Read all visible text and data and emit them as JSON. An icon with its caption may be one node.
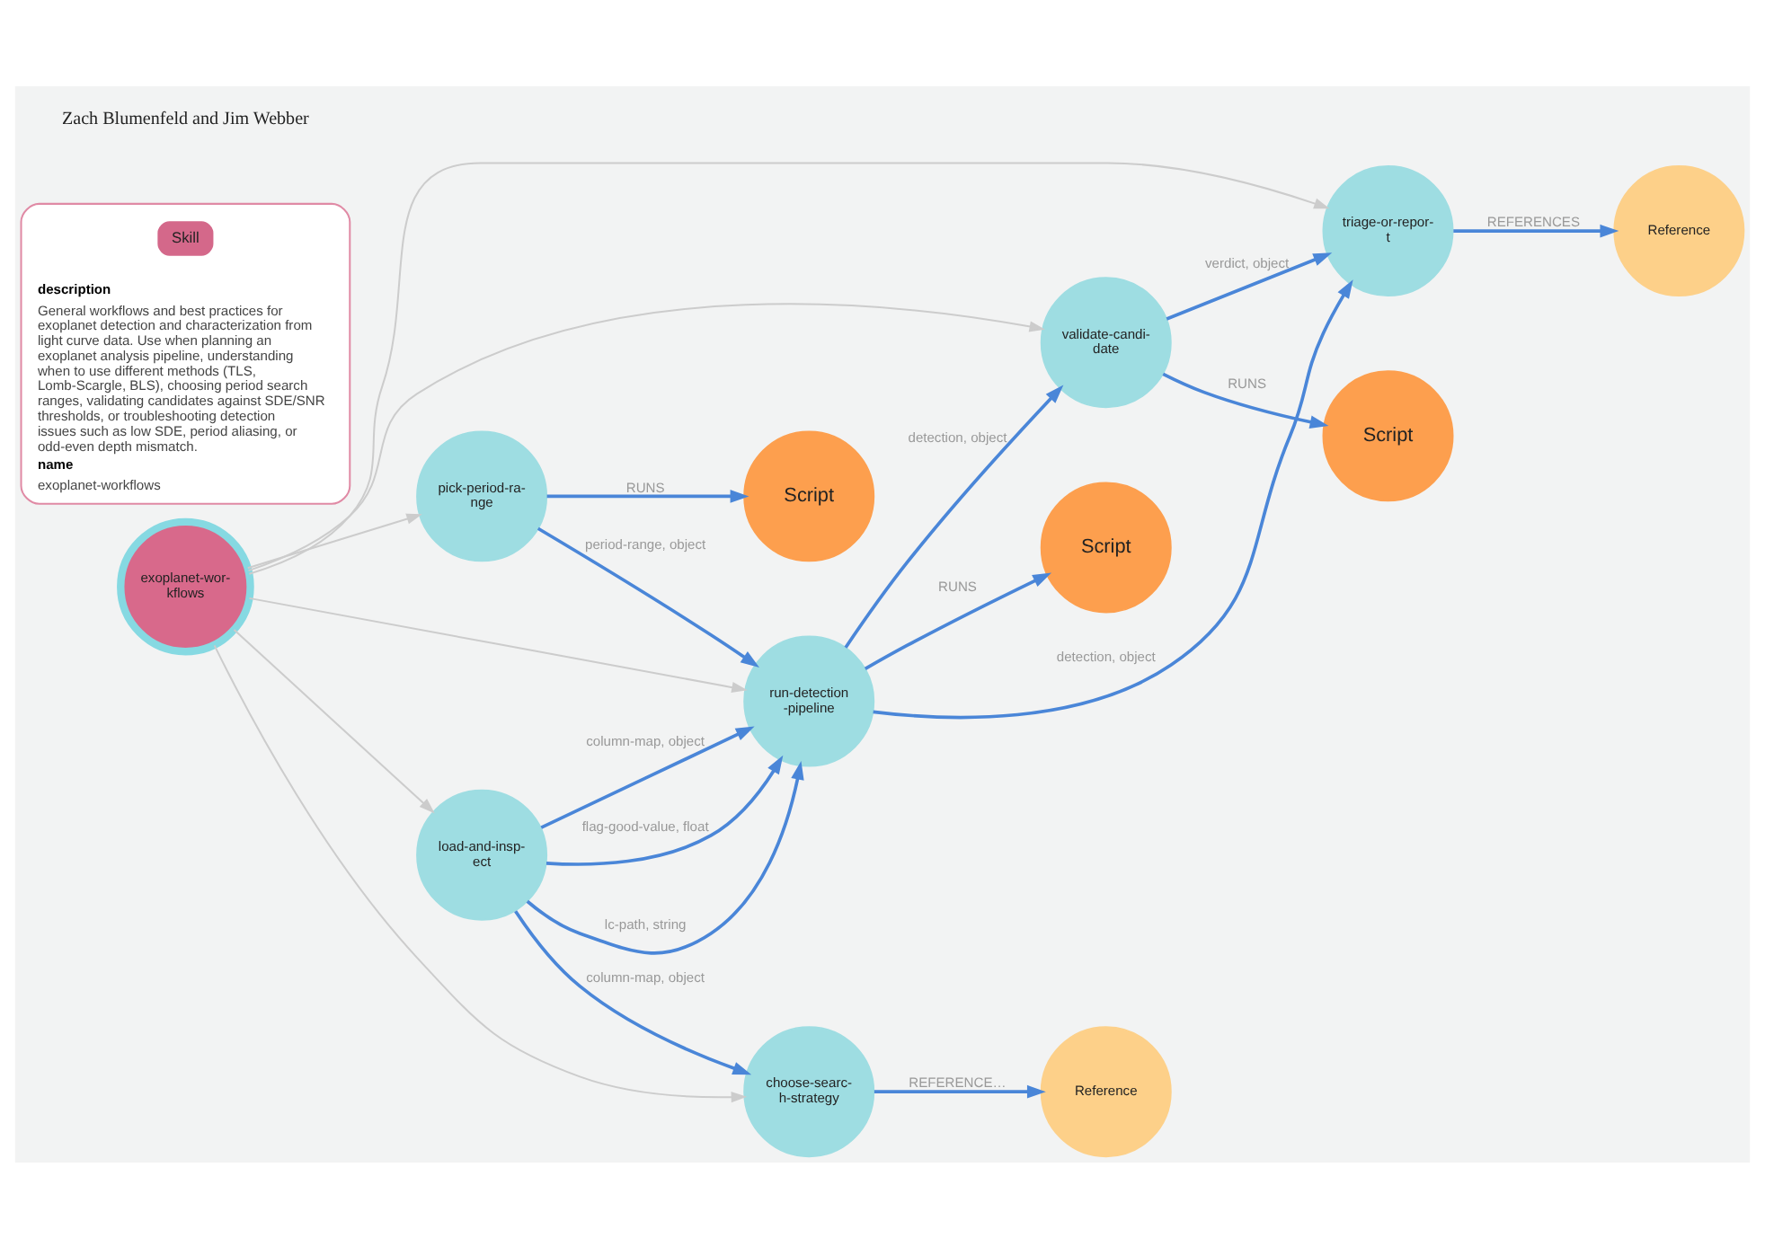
{
  "diagram": {
    "nodes": [
      {
        "text": [
          "exoplanet-wor- kflows"
        ]
      },
      {
        "text": [
          "description",
          "General workflows and best practices for exoplanet detection and characterization from light curve data. Use when planning an exoplanet analysis pipeline, understanding when to use different methods (TLS, Lomb-Scargle, BLS), choosing period search ranges, validating candidates against SDE/SNR thresholds, or troubleshooting detection issues such as low SDE, period aliasing, or odd-even depth mismatch.",
          "name",
          "exoplanet-workflows"
        ]
      },
      {
        "text": [
          "Skill"
        ],
        "in": 1
      },
      {
        "text": [
          "pick-period-ra- nge"
        ]
      },
      {
        "text": [
          "Script"
        ]
      },
      {
        "text": [
          "load-and-insp- ect"
        ]
      },
      {
        "text": [
          "run-detection -pipeline"
        ]
      },
      {
        "text": [
          "validate-candi- date"
        ]
      },
      {
        "text": [
          "choose-searc- h-strategy"
        ]
      },
      {
        "text": [
          "Script"
        ]
      },
      {
        "text": [
          "Reference"
        ]
      },
      {
        "text": [
          "Reference"
        ]
      },
      {
        "text": [
          "triage-or-repor- t"
        ]
      },
      {
        "text": [
          "Script"
        ]
      }
    ],
    "edges": [
      {
        "from": 0,
        "to": 3,
        "arrow": "to",
        "color": "#cccccc"
      },
      {
        "from": 0,
        "to": 5,
        "arrow": "to",
        "color": "#cccccc"
      },
      {
        "from": 0,
        "to": 6,
        "arrow": "to",
        "color": "#cccccc"
      },
      {
        "from": 0,
        "to": 7,
        "arrow": "to",
        "color": "#cccccc"
      },
      {
        "from": 0,
        "to": 8,
        "arrow": "to",
        "color": "#cccccc"
      },
      {
        "from": 0,
        "to": 12,
        "arrow": "to",
        "color": "#cccccc"
      },
      {
        "from": 3,
        "to": 4,
        "arrow": "to",
        "label": "RUNS"
      },
      {
        "from": 3,
        "to": 6,
        "arrow": "to",
        "label": "period-range, object"
      },
      {
        "from": 5,
        "to": 6,
        "arrow": "to",
        "label": "lc-path, string"
      },
      {
        "from": 5,
        "to": 6,
        "arrow": "to",
        "label": "column-map, object"
      },
      {
        "from": 5,
        "to": 6,
        "arrow": "to",
        "label": "flag-good-value, float"
      },
      {
        "from": 5,
        "to": 8,
        "arrow": "to",
        "label": "column-map, object"
      },
      {
        "from": 6,
        "to": 7,
        "arrow": "to",
        "label": "detection, object"
      },
      {
        "from": 8,
        "to": 10,
        "arrow": "to",
        "label": "REFERENCE…"
      },
      {
        "from": 6,
        "to": 9,
        "arrow": "to",
        "label": "RUNS"
      },
      {
        "from": 6,
        "to": 12,
        "arrow": "to",
        "label": "detection, object"
      },
      {
        "from": 7,
        "to": 12,
        "arrow": "to",
        "label": "verdict, object"
      },
      {
        "from": 12,
        "to": 11,
        "arrow": "to",
        "label": "REFERENCES"
      },
      {
        "from": 7,
        "to": 13,
        "arrow": "to",
        "label": "RUNS"
      }
    ],
    "labels": [
      "Zach Blumenfeld and Jim Webber"
    ]
  }
}
